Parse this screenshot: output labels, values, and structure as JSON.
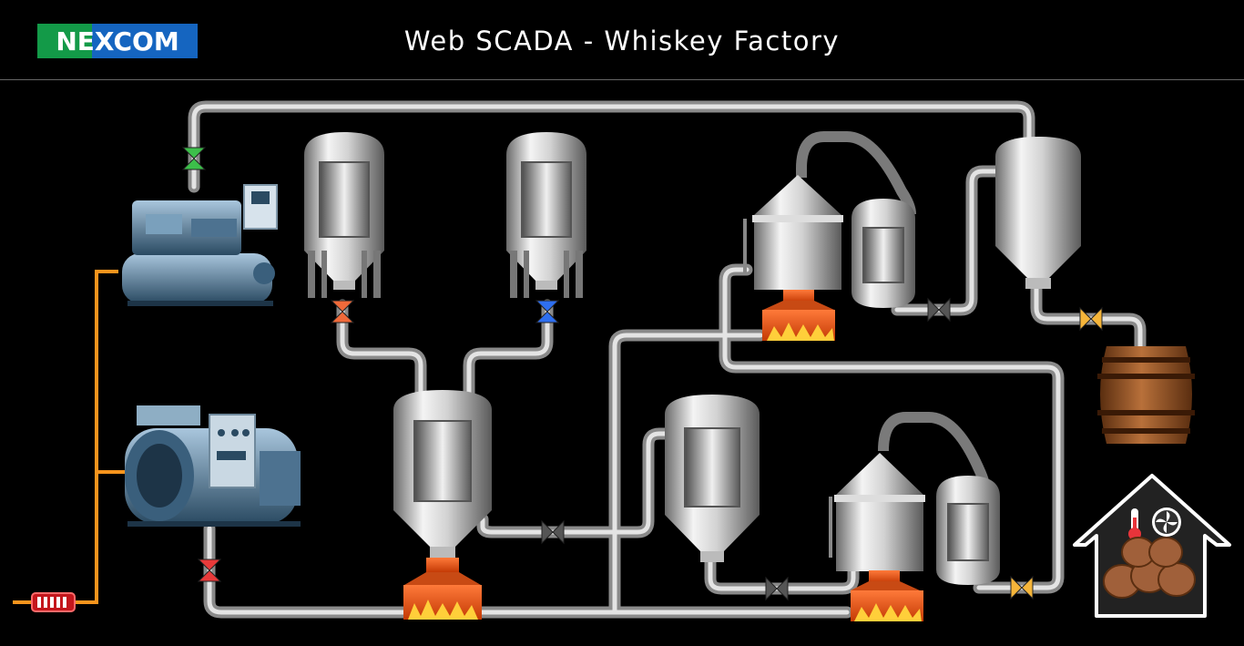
{
  "header": {
    "logo_text": "NEXCOM",
    "title": "Web SCADA - Whiskey Factory"
  },
  "colors": {
    "background": "#000000",
    "pipe": "#c8c8c8",
    "steam_line": "#f7941d",
    "logo_green": "#139a48",
    "logo_blue": "#1565c0",
    "flame": "#ff4a10",
    "barrel": "#8b4a1e"
  },
  "valves": [
    {
      "id": "valve-steam-top",
      "color": "#3cbf4a"
    },
    {
      "id": "valve-boiler-outlet",
      "color": "#e83a3a"
    },
    {
      "id": "valve-hopper-left",
      "color": "#f06a3a"
    },
    {
      "id": "valve-hopper-right",
      "color": "#2e6ff0"
    },
    {
      "id": "valve-mash-outlet",
      "color": "#555555"
    },
    {
      "id": "valve-wash-outlet",
      "color": "#555555"
    },
    {
      "id": "valve-still-top-outlet",
      "color": "#555555"
    },
    {
      "id": "valve-still-bottom-outlet",
      "color": "#f5b53a"
    },
    {
      "id": "valve-barrel-fill",
      "color": "#f5b53a"
    }
  ],
  "icons": [
    "nexcom-logo",
    "chiller-unit-icon",
    "steam-boiler-icon",
    "heater-icon",
    "warehouse-icon",
    "thermometer-icon",
    "fan-icon",
    "barrel-icon"
  ]
}
